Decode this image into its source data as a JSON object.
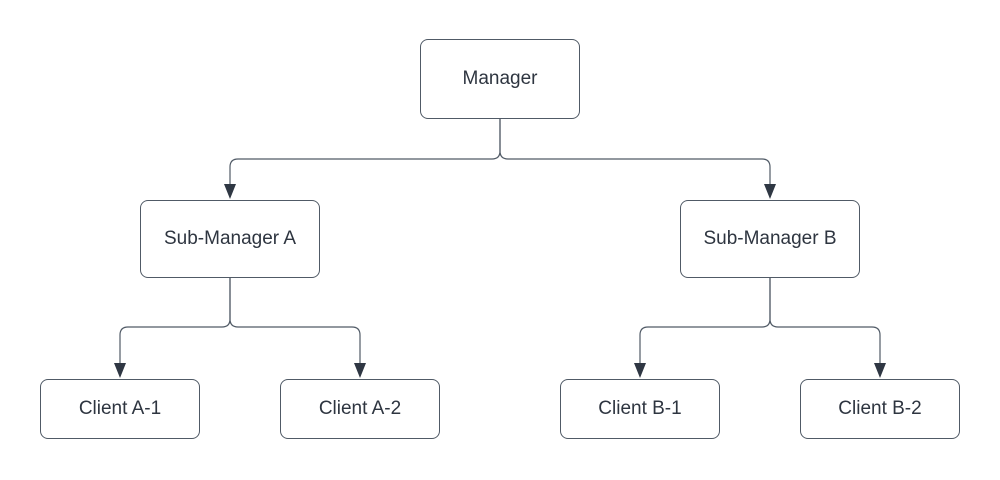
{
  "diagram": {
    "type": "org-chart",
    "colors": {
      "background": "#ffffff",
      "box_fill": "#ffffff",
      "box_border": "#505a66",
      "connector": "#505a66",
      "arrow_fill": "#2f3743",
      "text": "#2e3540"
    },
    "nodes": {
      "manager": {
        "label": "Manager"
      },
      "sub_manager_a": {
        "label": "Sub-Manager A"
      },
      "sub_manager_b": {
        "label": "Sub-Manager B"
      },
      "client_a1": {
        "label": "Client A-1"
      },
      "client_a2": {
        "label": "Client A-2"
      },
      "client_b1": {
        "label": "Client B-1"
      },
      "client_b2": {
        "label": "Client B-2"
      }
    },
    "edges": [
      {
        "from": "Manager",
        "to": "Sub-Manager A"
      },
      {
        "from": "Manager",
        "to": "Sub-Manager B"
      },
      {
        "from": "Sub-Manager A",
        "to": "Client A-1"
      },
      {
        "from": "Sub-Manager A",
        "to": "Client A-2"
      },
      {
        "from": "Sub-Manager B",
        "to": "Client B-1"
      },
      {
        "from": "Sub-Manager B",
        "to": "Client B-2"
      }
    ]
  }
}
